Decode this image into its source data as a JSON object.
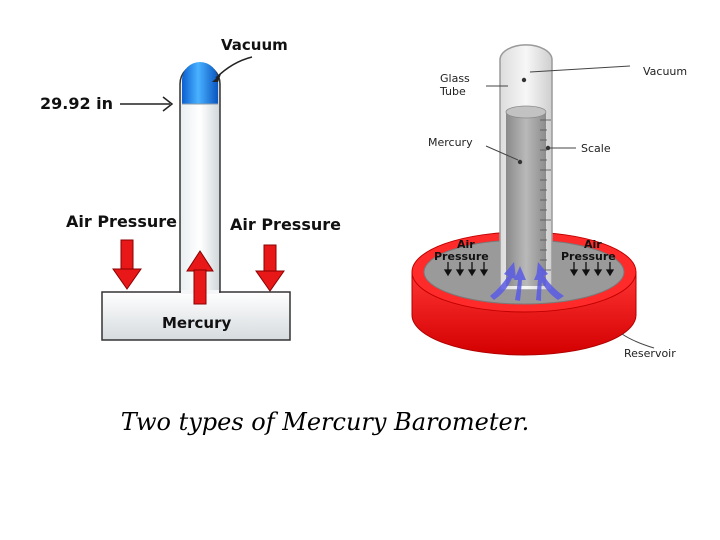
{
  "left_diagram": {
    "vacuum": "Vacuum",
    "height_reading": "29.92 in",
    "air_pressure_left": "Air Pressure",
    "air_pressure_right": "Air Pressure",
    "mercury": "Mercury"
  },
  "right_diagram": {
    "glass_tube_line1": "Glass",
    "glass_tube_line2": "Tube",
    "vacuum": "Vacuum",
    "mercury": "Mercury",
    "scale": "Scale",
    "air_pressure_left_line1": "Air",
    "air_pressure_left_line2": "Pressure",
    "air_pressure_right_line1": "Air",
    "air_pressure_right_line2": "Pressure",
    "reservoir": "Reservoir"
  },
  "caption": "Two types of Mercury Barometer.",
  "colors": {
    "mercury_red": "#e81818",
    "vacuum_blue": "#1f8fe8",
    "reservoir_red": "#ff1f1f",
    "mercury_gray": "#9a9a9a"
  }
}
